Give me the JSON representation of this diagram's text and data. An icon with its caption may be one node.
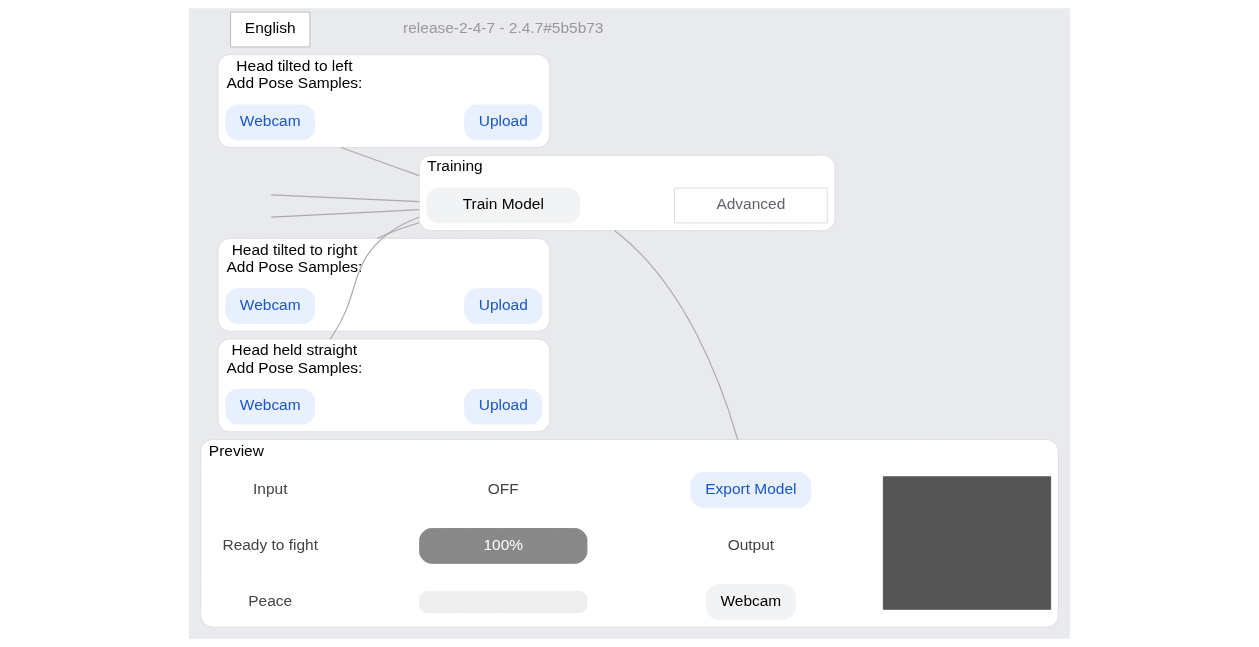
{
  "diagram": {
    "nodes": [
      {
        "text": [
          "Head tilted to left",
          "Add Pose Samples:"
        ]
      },
      {
        "text": [
          "Webcam"
        ],
        "in": 0
      },
      {
        "text": [
          "Upload"
        ],
        "in": 0
      },
      {
        "text": [
          "Head tilted to right",
          "Add Pose Samples:"
        ]
      },
      {
        "text": [
          "Webcam"
        ],
        "in": 3
      },
      {
        "text": [
          "Upload"
        ],
        "in": 3
      },
      {
        "text": [
          "Head held straight",
          "Add Pose Samples:"
        ]
      },
      {
        "text": [
          "Webcam"
        ],
        "in": 6
      },
      {
        "text": [
          "Upload"
        ],
        "in": 6
      },
      {
        "text": [
          "Training"
        ]
      },
      {
        "text": [
          "Train Model"
        ],
        "in": 9
      },
      {
        "text": [
          "Advanced"
        ],
        "in": 9
      },
      {
        "text": [
          "Preview"
        ]
      },
      {
        "text": [
          "Export Model"
        ],
        "in": 12
      },
      {
        "text": [
          "Webcam"
        ],
        "in": 12
      },
      {
        "text": [],
        "shape": "box",
        "in": 12
      },
      {
        "text": [
          "100%"
        ],
        "in": 12
      },
      {
        "text": [],
        "shape": "bar",
        "in": 12
      },
      {
        "text": [
          "English"
        ]
      }
    ],
    "edges": [
      {
        "from": 0,
        "to": 9,
        "arrow": "none"
      },
      {
        "from": 3,
        "to": 9,
        "arrow": "none"
      },
      {
        "from": 6,
        "to": 9,
        "arrow": "none"
      },
      {
        "from": null,
        "to": 9,
        "arrow": "none"
      },
      {
        "from": null,
        "to": 9,
        "arrow": "none"
      },
      {
        "from": 9,
        "to": 12,
        "arrow": "none"
      }
    ],
    "labels": [
      "Input",
      "OFF",
      "Ready to fight",
      "Peace",
      "Output",
      "release-2-4-7 - 2.4.7#5b5b73"
    ]
  }
}
